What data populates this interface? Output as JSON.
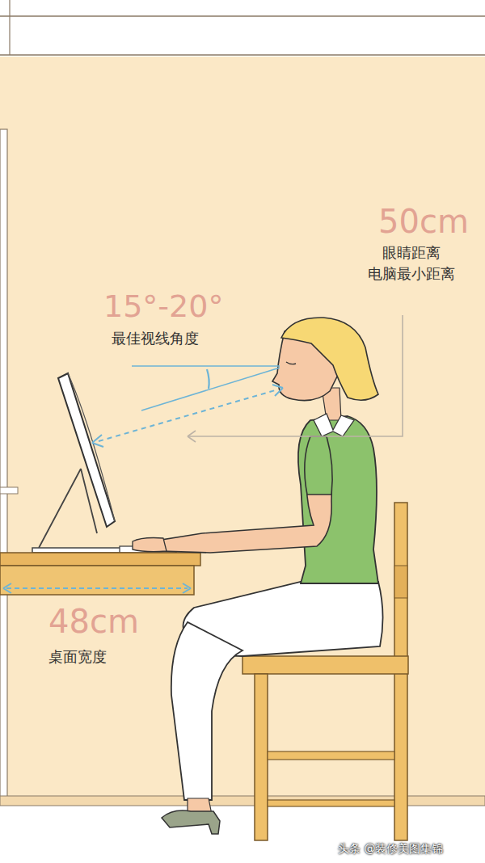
{
  "diagram": {
    "labels": [
      "50cm",
      "眼睛距离 电脑最小距离",
      "15°-20°",
      "最佳视线角度",
      "48cm",
      "桌面宽度",
      "头条 @装修美图集锦"
    ]
  }
}
